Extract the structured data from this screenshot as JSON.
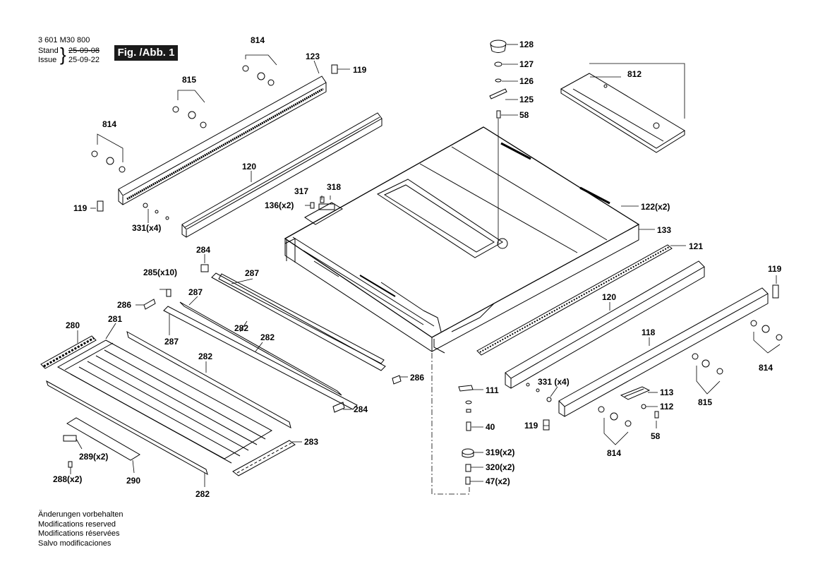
{
  "header": {
    "doc_number": "3 601 M30 800",
    "stand_label": "Stand",
    "issue_label": "Issue",
    "stand_date": "25-09-08",
    "issue_date": "25-09-22",
    "figure_label": "Fig. /Abb. 1"
  },
  "footer": {
    "lines": [
      "Änderungen vorbehalten",
      "Modifications reserved",
      "Modifications réservées",
      "Salvo modificaciones"
    ]
  },
  "parts": [
    {
      "id": "p128",
      "text": "128"
    },
    {
      "id": "p127",
      "text": "127"
    },
    {
      "id": "p126",
      "text": "126"
    },
    {
      "id": "p125",
      "text": "125"
    },
    {
      "id": "p58a",
      "text": "58"
    },
    {
      "id": "p812",
      "text": "812"
    },
    {
      "id": "p814a",
      "text": "814"
    },
    {
      "id": "p123",
      "text": "123"
    },
    {
      "id": "p119a",
      "text": "119"
    },
    {
      "id": "p815a",
      "text": "815"
    },
    {
      "id": "p814b",
      "text": "814"
    },
    {
      "id": "p120a",
      "text": "120"
    },
    {
      "id": "p119b",
      "text": "119"
    },
    {
      "id": "p331a",
      "text": "331(x4)"
    },
    {
      "id": "p317",
      "text": "317"
    },
    {
      "id": "p318",
      "text": "318"
    },
    {
      "id": "p136",
      "text": "136(x2)"
    },
    {
      "id": "p122",
      "text": "122(x2)"
    },
    {
      "id": "p133",
      "text": "133"
    },
    {
      "id": "p121",
      "text": "121"
    },
    {
      "id": "p119c",
      "text": "119"
    },
    {
      "id": "p120b",
      "text": "120"
    },
    {
      "id": "p118",
      "text": "118"
    },
    {
      "id": "p814c",
      "text": "814"
    },
    {
      "id": "p815b",
      "text": "815"
    },
    {
      "id": "p331b",
      "text": "331 (x4)"
    },
    {
      "id": "p113",
      "text": "113"
    },
    {
      "id": "p112",
      "text": "112"
    },
    {
      "id": "p58b",
      "text": "58"
    },
    {
      "id": "p119d",
      "text": "119"
    },
    {
      "id": "p814d",
      "text": "814"
    },
    {
      "id": "p111",
      "text": "111"
    },
    {
      "id": "p40",
      "text": "40"
    },
    {
      "id": "p319",
      "text": "319(x2)"
    },
    {
      "id": "p320",
      "text": "320(x2)"
    },
    {
      "id": "p47",
      "text": "47(x2)"
    },
    {
      "id": "p284a",
      "text": "284"
    },
    {
      "id": "p285",
      "text": "285(x10)"
    },
    {
      "id": "p287a",
      "text": "287"
    },
    {
      "id": "p286a",
      "text": "286"
    },
    {
      "id": "p287b",
      "text": "287"
    },
    {
      "id": "p282a",
      "text": "282"
    },
    {
      "id": "p280",
      "text": "280"
    },
    {
      "id": "p281",
      "text": "281"
    },
    {
      "id": "p287c",
      "text": "287"
    },
    {
      "id": "p282b",
      "text": "282"
    },
    {
      "id": "p282c",
      "text": "282"
    },
    {
      "id": "p286b",
      "text": "286"
    },
    {
      "id": "p284b",
      "text": "284"
    },
    {
      "id": "p283",
      "text": "283"
    },
    {
      "id": "p289",
      "text": "289(x2)"
    },
    {
      "id": "p288",
      "text": "288(x2)"
    },
    {
      "id": "p290",
      "text": "290"
    },
    {
      "id": "p282d",
      "text": "282"
    }
  ]
}
